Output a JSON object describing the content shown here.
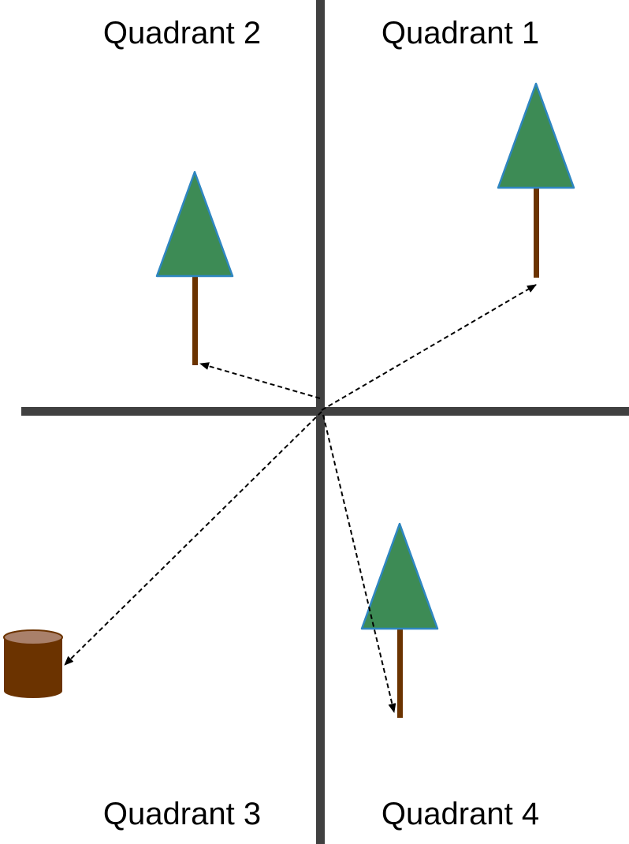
{
  "quadrants": {
    "q1": "Quadrant 1",
    "q2": "Quadrant 2",
    "q3": "Quadrant 3",
    "q4": "Quadrant 4"
  },
  "colors": {
    "axis": "#404040",
    "foliage": "#3d8b55",
    "foliage_outline": "#2e86c1",
    "trunk": "#6b3300",
    "stump_body": "#6b3300",
    "stump_top": "#a9806a",
    "arrow": "#000000"
  },
  "objects": [
    {
      "name": "tree-quadrant-1",
      "kind": "tree"
    },
    {
      "name": "tree-quadrant-2",
      "kind": "tree"
    },
    {
      "name": "tree-quadrant-4",
      "kind": "tree"
    },
    {
      "name": "stump-quadrant-3",
      "kind": "stump"
    }
  ]
}
